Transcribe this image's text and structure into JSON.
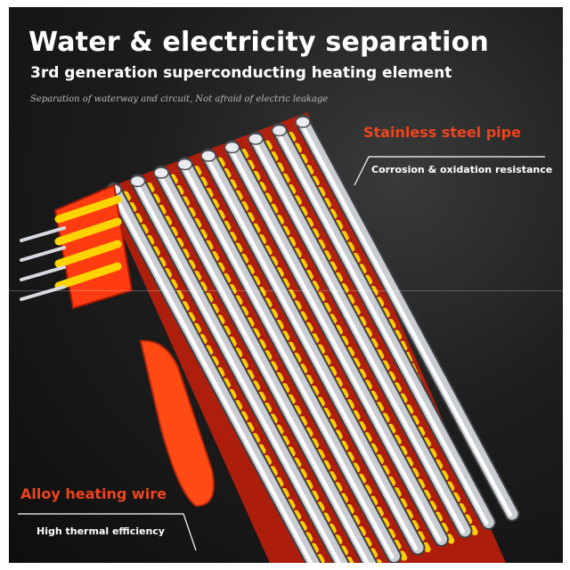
{
  "headline": {
    "title": "Water & electricity separation",
    "subtitle": "3rd generation superconducting heating element",
    "tagline": "Separation of waterway and circuit, Not afraid of electric leakage"
  },
  "callouts": {
    "pipe": {
      "title": "Stainless steel pipe",
      "note": "Corrosion & oxidation resistance"
    },
    "wire": {
      "title": "Alloy heating wire",
      "note": "High thermal efficiency"
    }
  },
  "colors": {
    "accent": "#f0441c",
    "heat_core": "#ffcc00",
    "pipe": "#c9ccd1"
  },
  "pipe_count": 9,
  "terminal_count": 4
}
